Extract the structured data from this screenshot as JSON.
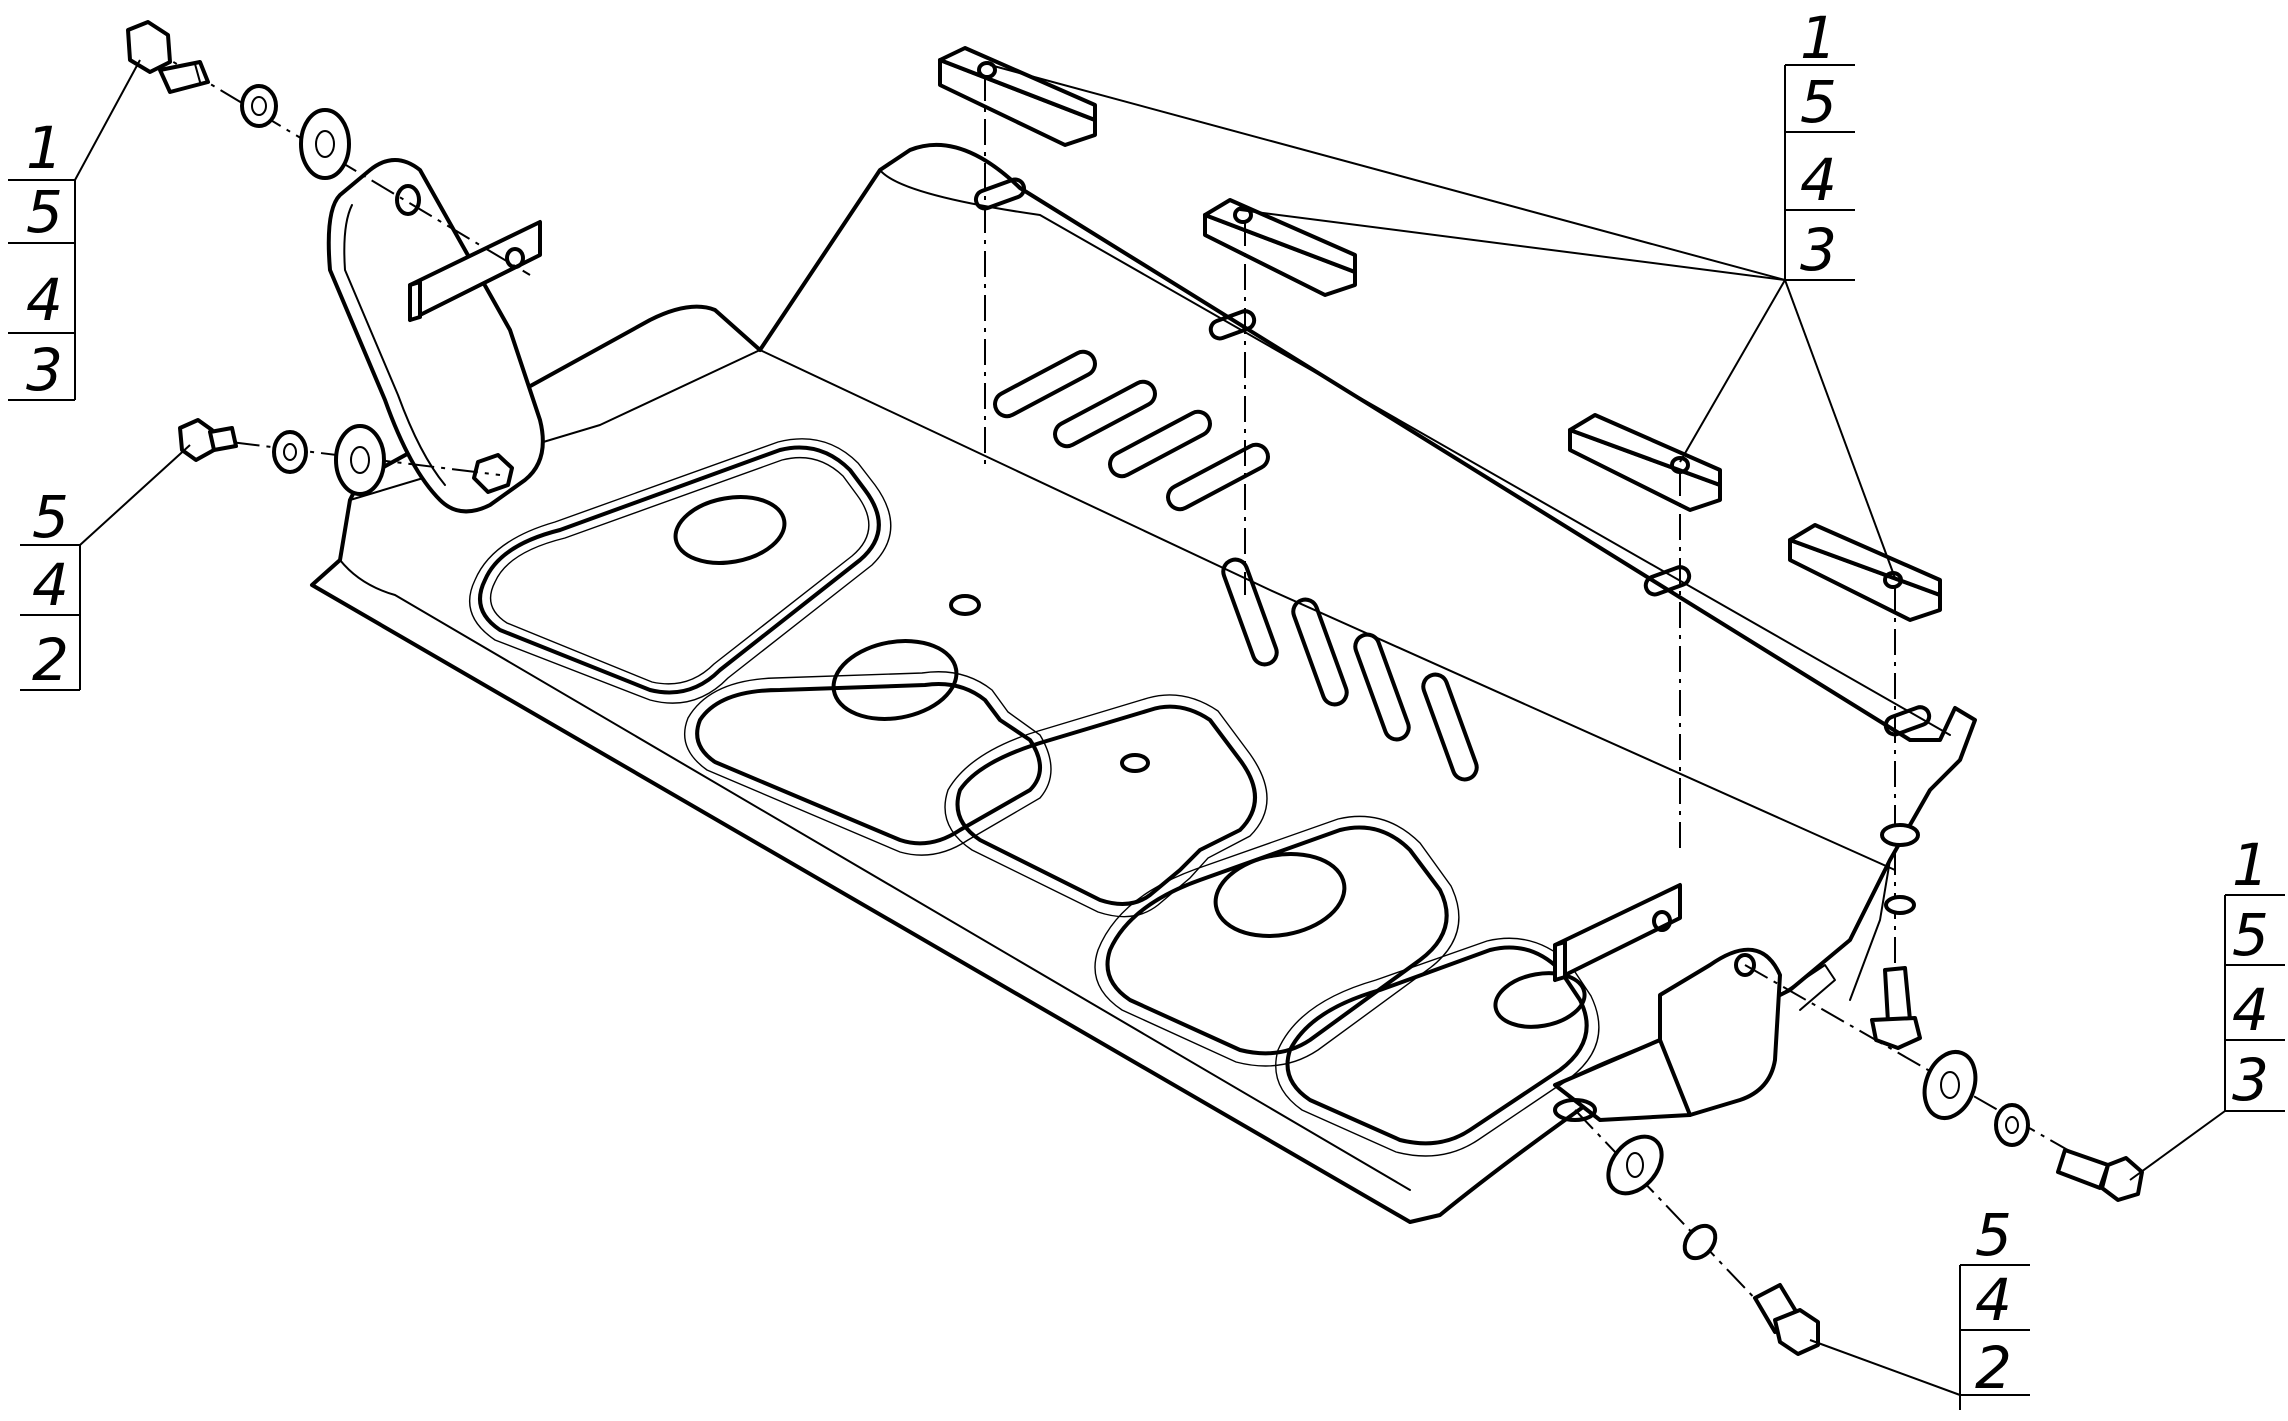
{
  "callouts": [
    {
      "id": "top-left",
      "lines": [
        "1",
        "5",
        "4",
        "3"
      ]
    },
    {
      "id": "mid-left",
      "lines": [
        "5",
        "4",
        "2"
      ]
    },
    {
      "id": "top-right",
      "lines": [
        "1",
        "5",
        "4",
        "3"
      ]
    },
    {
      "id": "right",
      "lines": [
        "1",
        "5",
        "4",
        "3"
      ]
    },
    {
      "id": "bottom",
      "lines": [
        "5",
        "4",
        "2"
      ]
    }
  ]
}
